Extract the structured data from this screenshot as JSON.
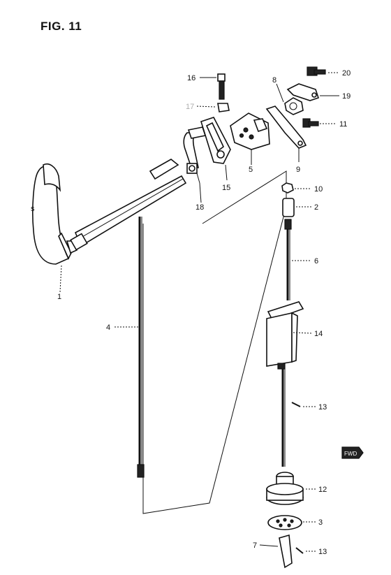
{
  "figure_title": "FIG. 11",
  "callouts": {
    "p1": "1",
    "p2": "2",
    "p3": "3",
    "p4": "4",
    "p5": "5",
    "p6": "6",
    "p7": "7",
    "p8": "8",
    "p9": "9",
    "p10": "10",
    "p11": "11",
    "p12": "12",
    "p13a": "13",
    "p13b": "13",
    "p14": "14",
    "p15": "15",
    "p16": "16",
    "p17": "17",
    "p18": "18",
    "p19": "19",
    "p20": "20"
  },
  "direction_badge": "FWD",
  "icons": [
    "forward-arrow-icon"
  ]
}
